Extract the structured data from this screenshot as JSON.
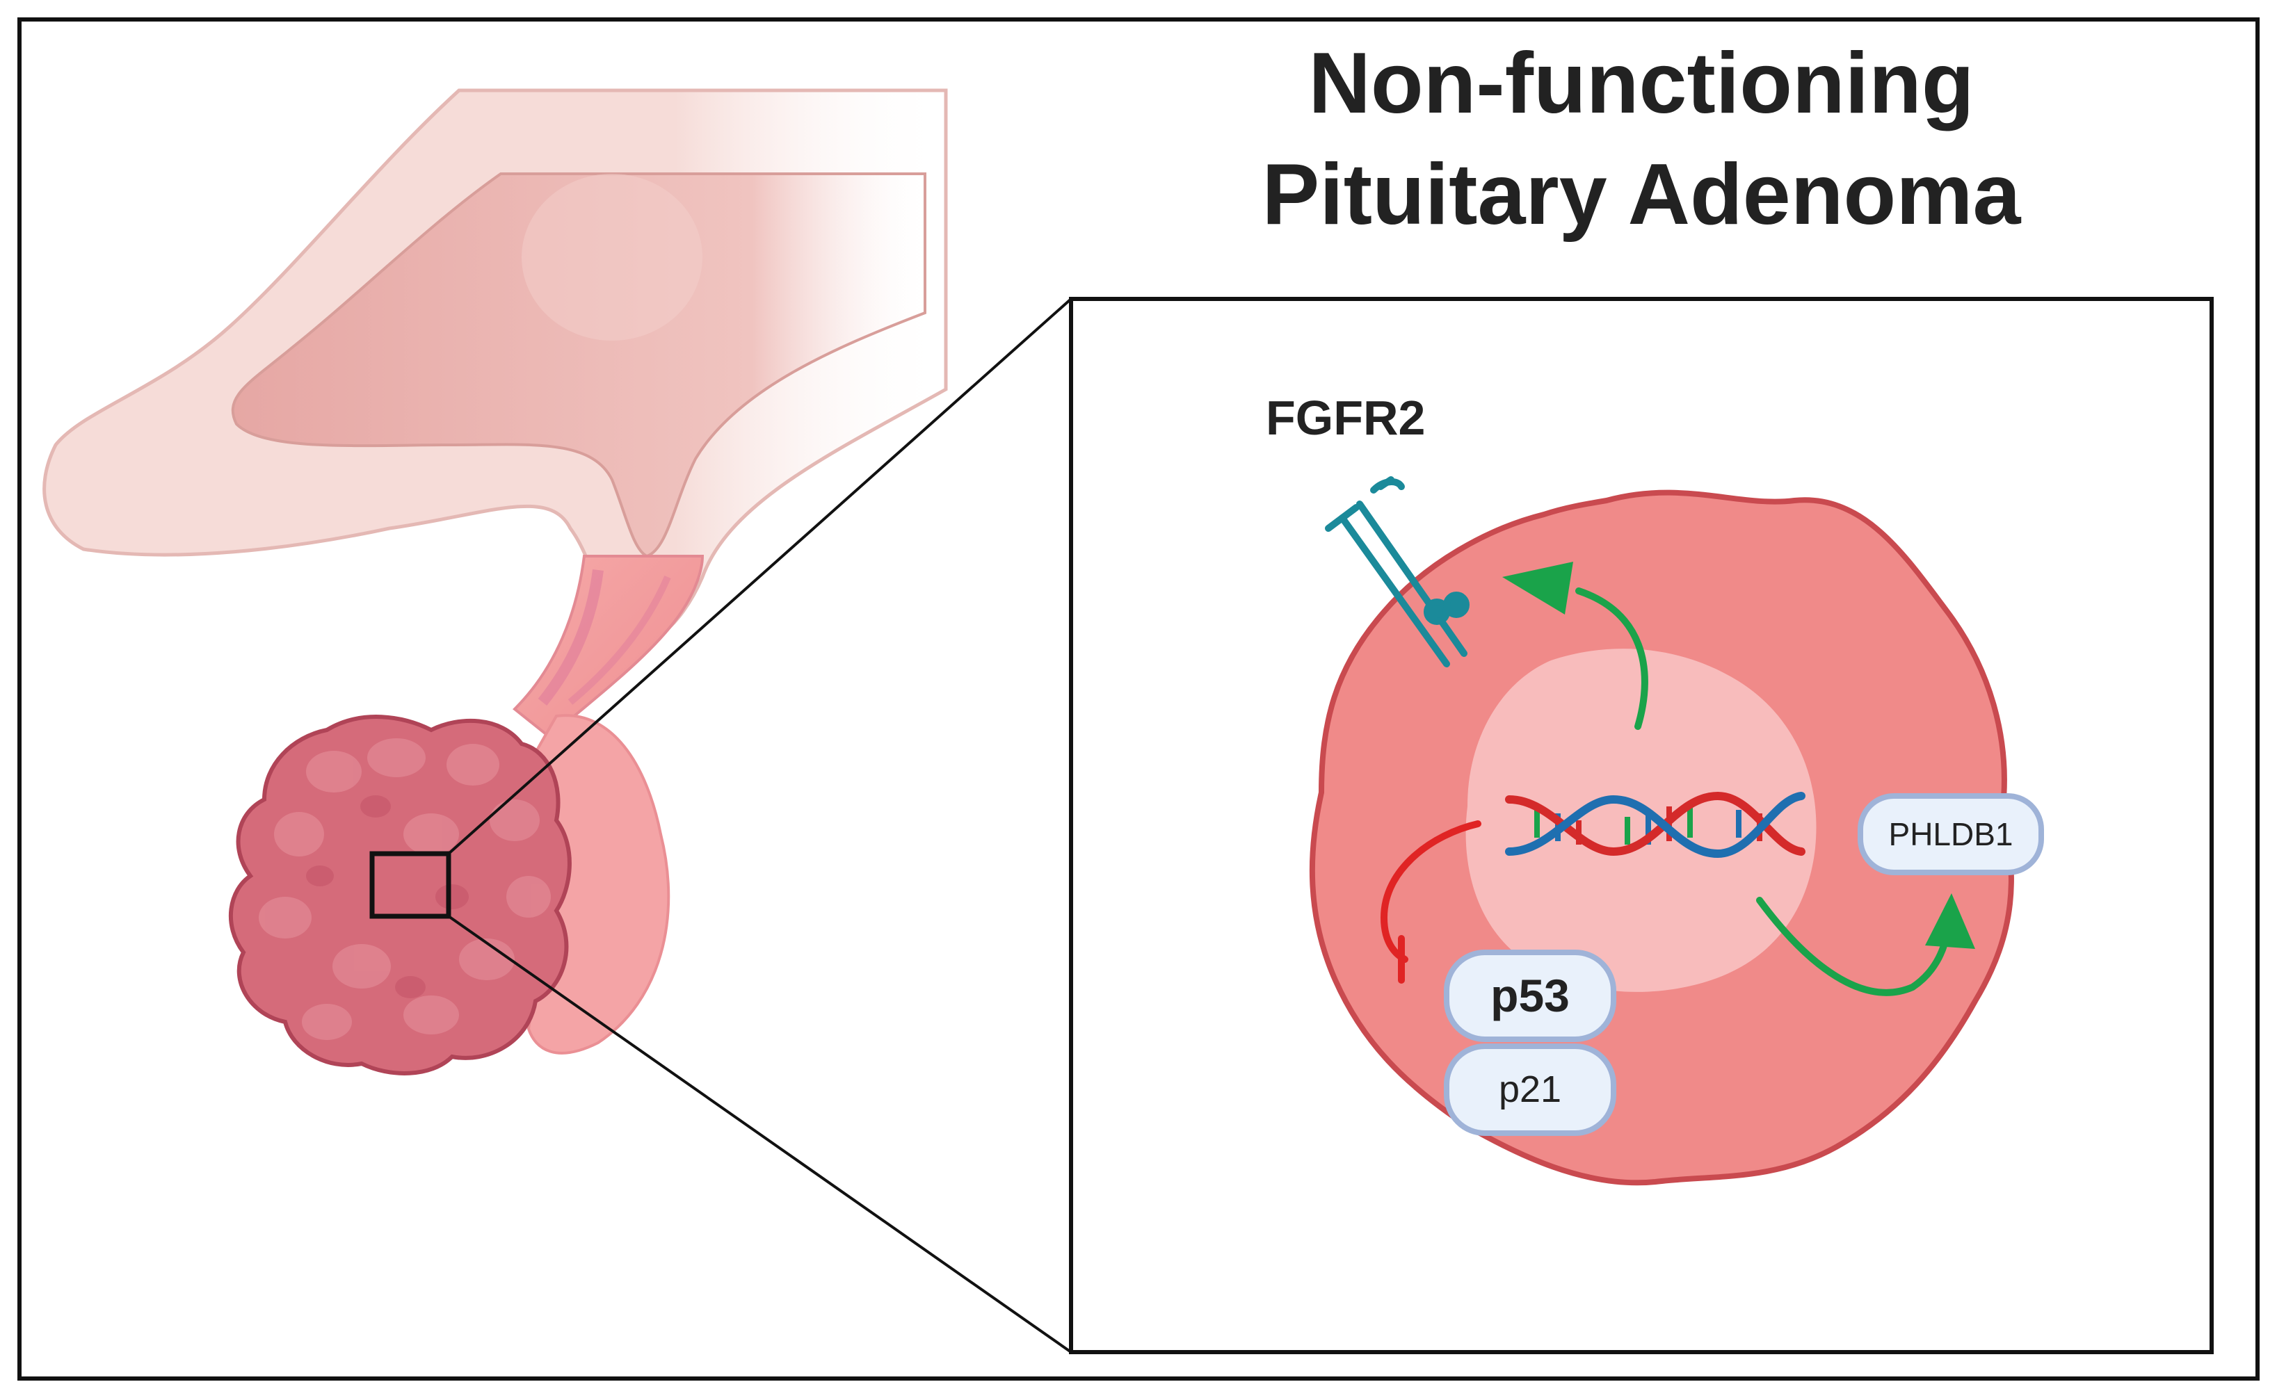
{
  "title": {
    "line1": "Non-functioning",
    "line2": "Pituitary Adenoma"
  },
  "labels": {
    "receptor": "FGFR2",
    "protein_right": "PHLDB1",
    "protein_top": "p53",
    "protein_bottom": "p21"
  },
  "colors": {
    "cell_fill": "#f08a89",
    "cell_border": "#c94a4f",
    "nucleus": "#f8bcbc",
    "activation_arrow": "#1aa34a",
    "inhibition_arrow": "#e02424",
    "dna_blue": "#1f6fb0",
    "dna_red": "#d42a2a",
    "receptor": "#1b8a9a",
    "protein_fill": "#e9f1fb",
    "protein_border": "#9fb3d8",
    "adenoma": "#d56b7a"
  },
  "icons": [
    "brain-hypothalamus-illustration",
    "pituitary-stalk",
    "adenoma-tumor",
    "dna-helix-icon",
    "fgfr2-receptor-icon"
  ]
}
